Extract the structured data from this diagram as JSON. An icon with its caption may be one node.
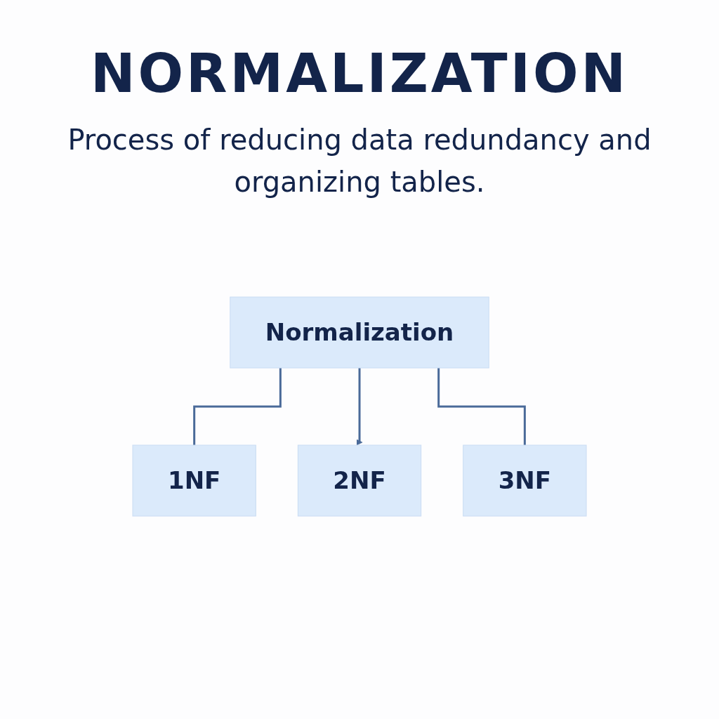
{
  "diagram": {
    "title": "NORMALIZATION",
    "caption": "Process of reducing data redundancy and organizing tables.",
    "nodes": [
      {
        "text": [
          "Normalization"
        ]
      },
      {
        "text": [
          "1NF"
        ]
      },
      {
        "text": [
          "2NF"
        ]
      },
      {
        "text": [
          "3NF"
        ]
      }
    ],
    "edges": [
      {
        "from": 0,
        "to": 1,
        "arrow": "none"
      },
      {
        "from": 0,
        "to": 2,
        "arrow": "to"
      },
      {
        "from": 0,
        "to": 3,
        "arrow": "none"
      }
    ]
  }
}
